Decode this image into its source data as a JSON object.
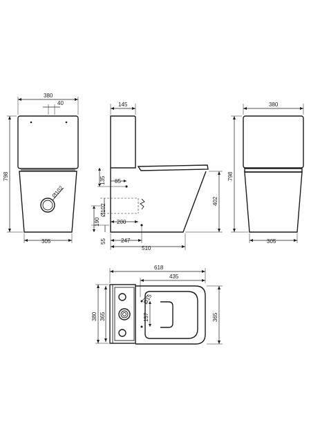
{
  "front": {
    "width_top": "380",
    "button_offset": "40",
    "height": "798",
    "waste_diameter": "Ø102",
    "width_base": "305"
  },
  "side": {
    "cistern_depth": "145",
    "inlet_height": "135",
    "inlet_offset": "85",
    "outlet_diameter": "Ø102",
    "outlet_height": "190",
    "outlet_setback": "200",
    "fixing_height": "55",
    "fixing_setback": "247",
    "pan_depth": "510",
    "seat_height": "402"
  },
  "rear": {
    "width_top": "380",
    "height": "798",
    "width_base": "305"
  },
  "plan": {
    "overall_depth": "618",
    "pan_length": "435",
    "overall_width": "380",
    "cistern_width": "365",
    "pan_width": "365",
    "inlet_diameter": "Ø15",
    "inlet_offset": "157"
  }
}
